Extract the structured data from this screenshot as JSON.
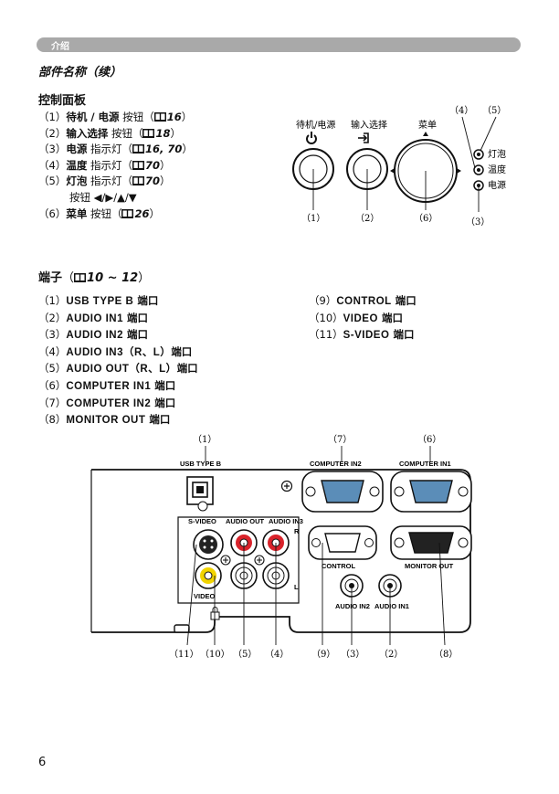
{
  "section_tab": "介绍",
  "title": "部件名称（续）",
  "control_panel": {
    "heading": "控制面板",
    "items": [
      {
        "num": "（1）",
        "name": "待机 / 电源",
        "suffix": " 按钮（",
        "ref": "16",
        "end": "）"
      },
      {
        "num": "（2）",
        "name": "输入选择",
        "suffix": " 按钮（",
        "ref": "18",
        "end": "）"
      },
      {
        "num": "（3）",
        "name": "电源",
        "suffix": " 指示灯（",
        "ref": "16, 70",
        "end": "）"
      },
      {
        "num": "（4）",
        "name": "温度",
        "suffix": " 指示灯（",
        "ref": "70",
        "end": "）"
      },
      {
        "num": "（5）",
        "name": "灯泡",
        "suffix": " 指示灯（",
        "ref": "70",
        "end": "）"
      },
      {
        "num": "",
        "name": "",
        "suffix": "按钮 ◀/▶/▲/▼",
        "ref": "",
        "end": ""
      },
      {
        "num": "（6）",
        "name": "菜单",
        "suffix": " 按钮（",
        "ref": "26",
        "end": "）"
      }
    ]
  },
  "panel_figure": {
    "labels": {
      "standby": "待机/电源",
      "input": "输入选择",
      "menu": "菜单",
      "lamp": "灯泡",
      "temp": "温度",
      "power": "电源",
      "n1": "（1）",
      "n2": "（2）",
      "n3": "（3）",
      "n4": "（4）",
      "n5": "（5）",
      "n6": "（6）"
    }
  },
  "terminals": {
    "heading": "端子",
    "ref_open": "（",
    "ref": "10 ~ 12",
    "ref_close": "）",
    "left_items": [
      {
        "num": "（1）",
        "name": "USB TYPE B",
        "suffix": " 端口"
      },
      {
        "num": "（2）",
        "name": "AUDIO IN1",
        "suffix": " 端口"
      },
      {
        "num": "（3）",
        "name": "AUDIO IN2",
        "suffix": " 端口"
      },
      {
        "num": "（4）",
        "name": "AUDIO IN3（R、L）",
        "suffix": "端口"
      },
      {
        "num": "（5）",
        "name": "AUDIO OUT（R、L）",
        "suffix": "端口"
      },
      {
        "num": "（6）",
        "name": "COMPUTER IN1",
        "suffix": " 端口"
      },
      {
        "num": "（7）",
        "name": "COMPUTER IN2",
        "suffix": " 端口"
      },
      {
        "num": "（8）",
        "name": "MONITOR OUT",
        "suffix": " 端口"
      }
    ],
    "right_items": [
      {
        "num": "（9）",
        "name": "CONTROL",
        "suffix": " 端口"
      },
      {
        "num": "（10）",
        "name": "VIDEO",
        "suffix": " 端口"
      },
      {
        "num": "（11）",
        "name": "S-VIDEO",
        "suffix": " 端口"
      }
    ]
  },
  "terminal_figure": {
    "labels": {
      "usb": "USB TYPE B",
      "comp2": "COMPUTER IN2",
      "comp1": "COMPUTER IN1",
      "svideo": "S-VIDEO",
      "audioout": "AUDIO OUT",
      "audioin3": "AUDIO IN3",
      "r": "R",
      "l": "L",
      "video": "VIDEO",
      "control": "CONTROL",
      "monitor": "MONITOR OUT",
      "audioin2": "AUDIO IN2",
      "audioin1": "AUDIO IN1",
      "top1": "（1）",
      "top7": "（7）",
      "top6": "（6）",
      "b11": "（11）",
      "b10": "（10）",
      "b5": "（5）",
      "b4": "（4）",
      "b9": "（9）",
      "b3": "（3）",
      "b2": "（2）",
      "b8": "（8）"
    }
  },
  "page_number": "6"
}
